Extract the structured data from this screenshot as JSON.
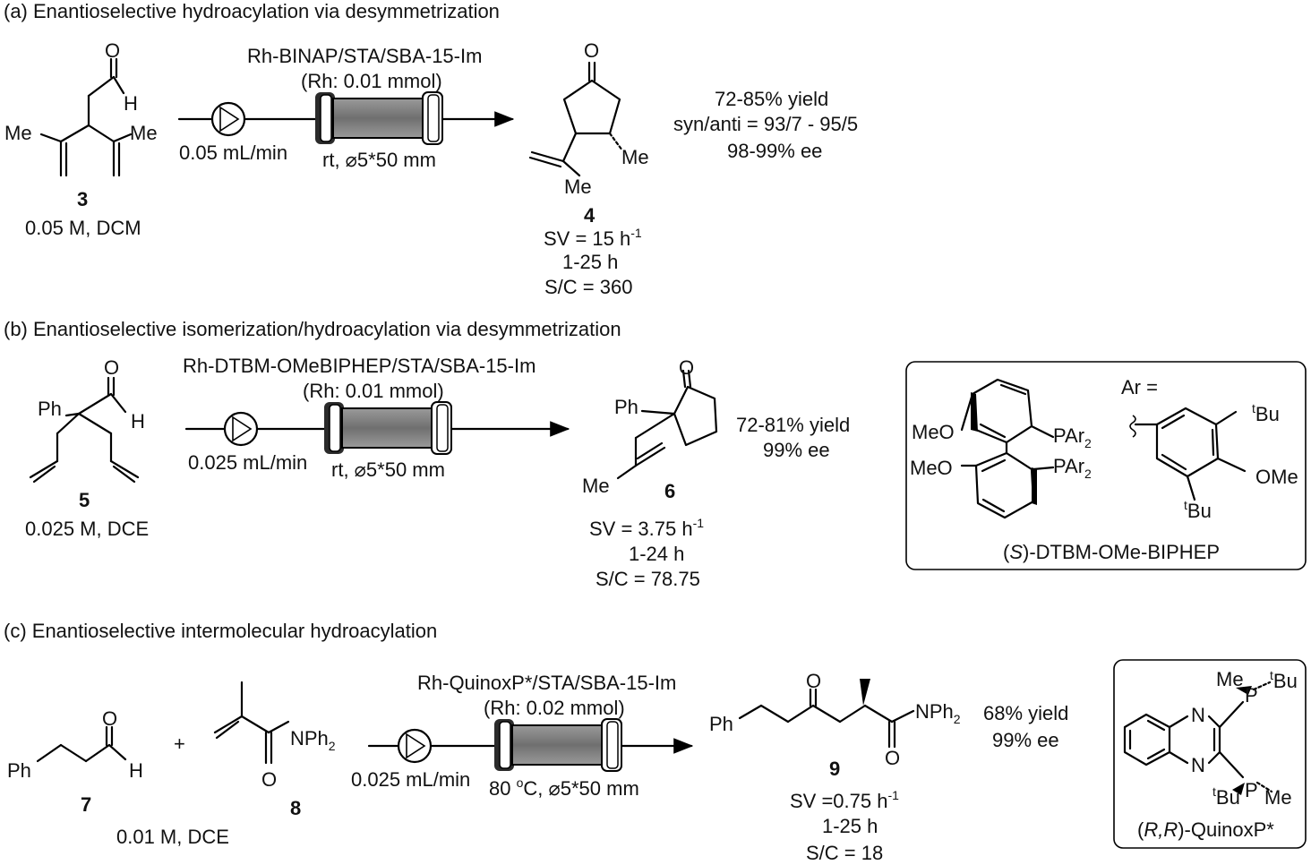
{
  "sections": {
    "a": {
      "title": "(a) Enantioselective hydroacylation via desymmetrization",
      "catalyst": "Rh-BINAP/STA/SBA-15-Im",
      "loading": "(Rh: 0.01 mmol)",
      "flow_rate": "0.05 mL/min",
      "column": "rt, ⌀5*50 mm",
      "substrate_number": "3",
      "substrate_conditions": "0.05 M, DCM",
      "product_number": "4",
      "sv": "SV = 15 h",
      "sv_exp": "-1",
      "time": "1-25 h",
      "sc": "S/C = 360",
      "result_yield": "72-85% yield",
      "result_dr": "syn/anti = 93/7 - 95/5",
      "result_ee": "98-99% ee",
      "atoms": {
        "o_sub": "O",
        "h_sub": "H",
        "me_left": "Me",
        "me_right": "Me",
        "o_prod": "O",
        "me_prod1": "Me",
        "me_prod2": "Me"
      }
    },
    "b": {
      "title": "(b) Enantioselective isomerization/hydroacylation via desymmetrization",
      "catalyst": "Rh-DTBM-OMeBIPHEP/STA/SBA-15-Im",
      "loading": "(Rh: 0.01 mmol)",
      "flow_rate": "0.025 mL/min",
      "column": "rt, ⌀5*50 mm",
      "substrate_number": "5",
      "substrate_conditions": "0.025 M, DCE",
      "product_number": "6",
      "sv": "SV = 3.75 h",
      "sv_exp": "-1",
      "time": "1-24 h",
      "sc": "S/C = 78.75",
      "result_yield": "72-81% yield",
      "result_ee": "99% ee",
      "atoms": {
        "ph_sub": "Ph",
        "o_sub": "O",
        "h_sub": "H",
        "ph_prod": "Ph",
        "o_prod": "O",
        "me_prod": "Me"
      },
      "ligand": {
        "name_prefix": "(",
        "name_italic": "S",
        "name_suffix": ")-DTBM-OMe-BIPHEP",
        "meo1": "MeO",
        "meo2": "MeO",
        "par1": "PAr",
        "par2": "PAr",
        "par_sub": "2",
        "ar_label": "Ar =",
        "tbu_sup": "t",
        "tbu": "Bu",
        "ome": "OMe"
      }
    },
    "c": {
      "title": "(c) Enantioselective intermolecular hydroacylation",
      "catalyst": "Rh-QuinoxP*/STA/SBA-15-Im",
      "loading": "(Rh: 0.02 mmol)",
      "flow_rate": "0.025 mL/min",
      "column_temp": "80 ",
      "column_deg": "o",
      "column_rest": "C, ⌀5*50 mm",
      "plus": "+",
      "substrate1_number": "7",
      "substrate2_number": "8",
      "substrate_conditions": "0.01 M, DCE",
      "product_number": "9",
      "sv": "SV =0.75 h",
      "sv_exp": "-1",
      "time": "1-25 h",
      "sc": "S/C = 18",
      "result_yield": "68% yield",
      "result_ee": "99% ee",
      "atoms": {
        "ph7": "Ph",
        "o7": "O",
        "h7": "H",
        "o8": "O",
        "nph2_8": "NPh",
        "ph9": "Ph",
        "o9a": "O",
        "o9b": "O",
        "nph2_9": "NPh",
        "sub2": "2"
      },
      "ligand": {
        "name_open": "(",
        "name_italic": "R,R",
        "name_close": ")-QuinoxP*",
        "n": "N",
        "p": "P",
        "me": "Me",
        "tbu_sup": "t",
        "tbu": "Bu"
      }
    }
  }
}
